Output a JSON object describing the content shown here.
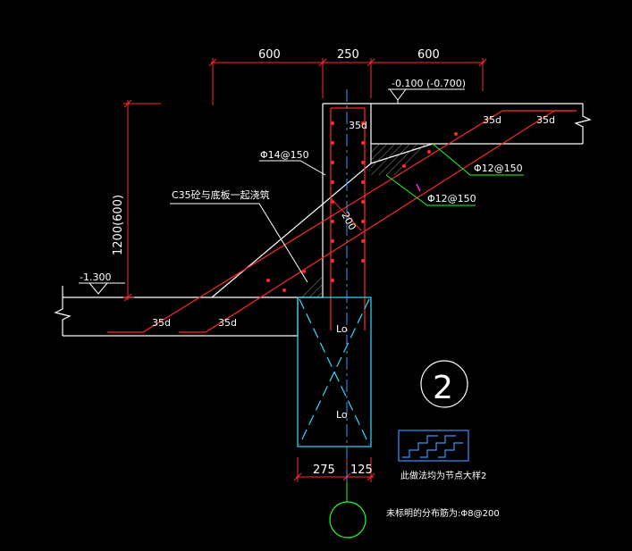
{
  "dimensions": {
    "top_left": "600",
    "top_mid": "250",
    "top_right": "600",
    "vertical": "1200(600)",
    "bottom_left": "275",
    "bottom_right": "125",
    "diag": "200"
  },
  "elevations": {
    "upper": "-0.100  (-0.700)",
    "lower": "-1.300"
  },
  "anchorage": {
    "top_inner": "35d",
    "top_a": "35d",
    "top_b": "35d",
    "bottom_a": "35d",
    "bottom_b": "35d"
  },
  "rebar": {
    "wall": "Φ14@150",
    "slab_top": "Φ12@150",
    "slab_bottom": "Φ12@150"
  },
  "notes": {
    "concrete": "C35砼与底板一起浇筑",
    "column_upper": "Lo",
    "column_lower": "Lo",
    "detail_number": "2",
    "legend": "此做法均为节点大样2",
    "distribution": "未标明的分布筋为:Φ8@200"
  },
  "colors": {
    "background": "#000000",
    "red": "#ff2a2a",
    "white": "#ffffff",
    "cyan": "#33ddff",
    "green": "#22ff22",
    "blue": "#3399ff",
    "magenta": "#ff33cc"
  }
}
